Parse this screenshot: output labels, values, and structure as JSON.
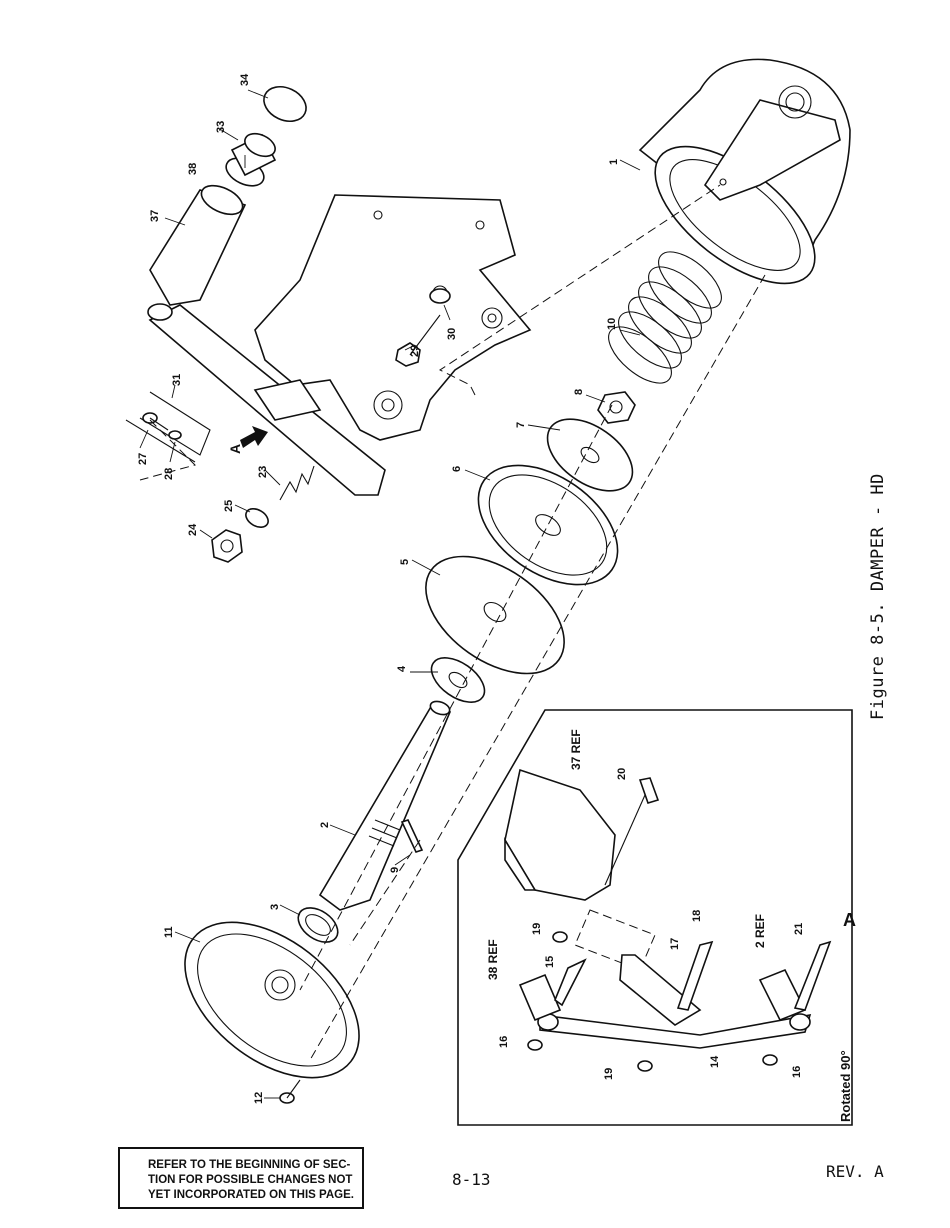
{
  "figure": {
    "caption": "Figure 8-5.  DAMPER - HD",
    "inset_tag": "A",
    "view_marker": "A",
    "inset_note": "Rotated 90°"
  },
  "callouts": {
    "c1": "1",
    "c2": "2",
    "c3": "3",
    "c4": "4",
    "c5": "5",
    "c6": "6",
    "c7": "7",
    "c8": "8",
    "c9": "9",
    "c10": "10",
    "c11": "11",
    "c12": "12",
    "c23": "23",
    "c24": "24",
    "c25": "25",
    "c27": "27",
    "c28": "28",
    "c29": "29",
    "c30": "30",
    "c31": "31",
    "c33": "33",
    "c34": "34",
    "c37": "37",
    "c38": "38"
  },
  "inset_callouts": {
    "c37ref": "37 REF",
    "c20": "20",
    "c19a": "19",
    "c38ref": "38 REF",
    "c15": "15",
    "c16a": "16",
    "c18": "18",
    "c17": "17",
    "c2ref": "2 REF",
    "c21": "21",
    "c19b": "19",
    "c14": "14",
    "c16b": "16"
  },
  "notice": {
    "line1": "REFER TO THE BEGINNING OF SEC-",
    "line2": "TION FOR POSSIBLE CHANGES NOT",
    "line3": "YET INCORPORATED ON THIS PAGE."
  },
  "footer": {
    "page_number": "8-13",
    "revision": "REV. A"
  }
}
